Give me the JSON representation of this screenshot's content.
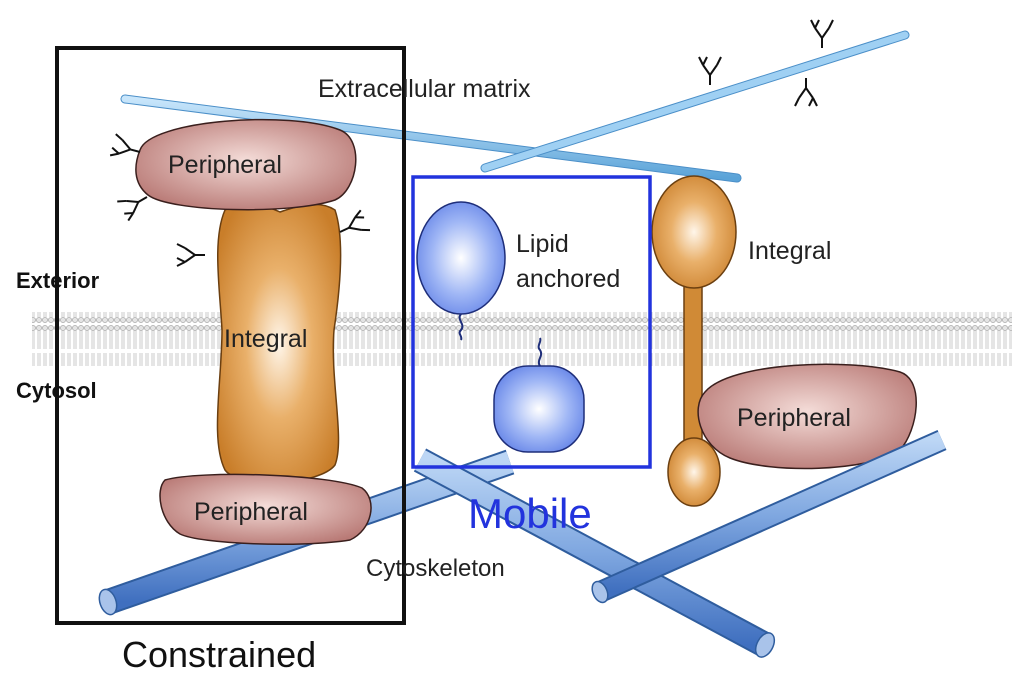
{
  "labels": {
    "extracellular_matrix": "Extracellular matrix",
    "exterior": "Exterior",
    "cytosol": "Cytosol",
    "peripheral_top_left": "Peripheral",
    "integral_left": "Integral",
    "peripheral_bottom_left": "Peripheral",
    "lipid_line1": "Lipid",
    "lipid_line2": "anchored",
    "integral_right": "Integral",
    "peripheral_right": "Peripheral",
    "cytoskeleton": "Cytoskeleton",
    "mobile": "Mobile",
    "constrained": "Constrained"
  },
  "colors": {
    "matrix_fiber": "#8cc4ea",
    "membrane": "#d6d6d6",
    "peripheral": "#c98c88",
    "integral": "#d98f3a",
    "lipid_protein": "#7d9cf0",
    "cytoskeleton": "#7fa7e0",
    "mobile_box": "#2233dd",
    "constrained_box": "#111111"
  }
}
